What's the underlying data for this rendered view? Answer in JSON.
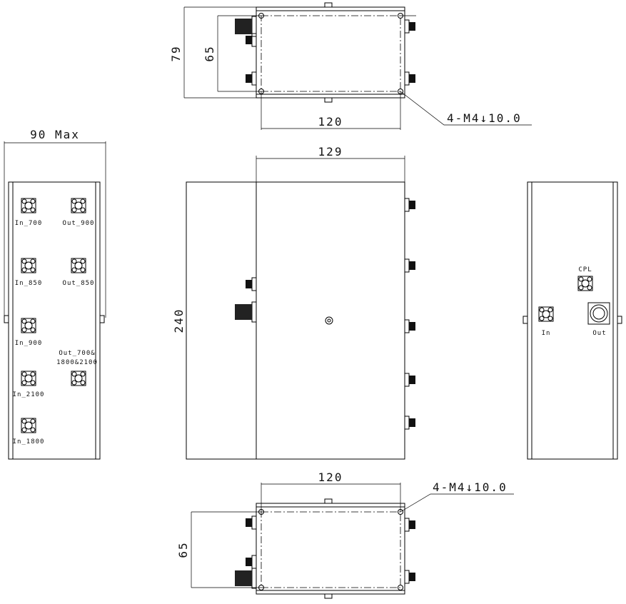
{
  "drawing": {
    "top_view": {
      "dim_height_outer": "79",
      "dim_height_inner": "65",
      "dim_width": "120",
      "hole_callout": "4-M4↓10.0"
    },
    "front_view": {
      "dim_width": "129",
      "dim_height": "240"
    },
    "left_side_view": {
      "dim_width": "90 Max",
      "ports": [
        {
          "label": "In_700"
        },
        {
          "label": "Out_900"
        },
        {
          "label": "In_850"
        },
        {
          "label": "Out_850"
        },
        {
          "label": "In_900"
        },
        {
          "label": "Out_700&",
          "label2": "1800&2100"
        },
        {
          "label": "In_2100"
        },
        {
          "label": "In_1800"
        }
      ]
    },
    "right_side_view": {
      "ports": [
        {
          "label": "CPL"
        },
        {
          "label": "In"
        },
        {
          "label": "Out"
        }
      ]
    },
    "bottom_view": {
      "dim_width": "120",
      "dim_height": "65",
      "hole_callout": "4-M4↓10.0"
    }
  }
}
